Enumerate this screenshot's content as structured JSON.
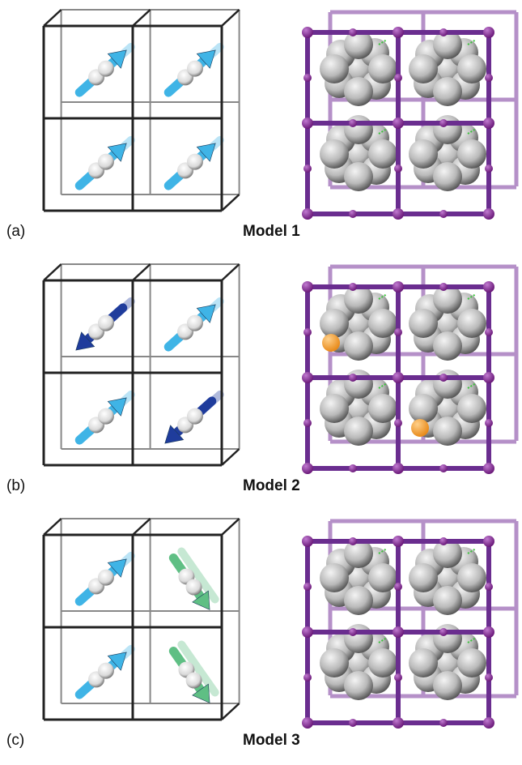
{
  "panels": [
    {
      "label": "(a)",
      "model": "Model 1",
      "cells": [
        "up",
        "up",
        "up",
        "up"
      ],
      "orange": false
    },
    {
      "label": "(b)",
      "model": "Model 2",
      "cells": [
        "down",
        "up",
        "up",
        "down"
      ],
      "orange": true
    },
    {
      "label": "(c)",
      "model": "Model 3",
      "cells": [
        "up",
        "green",
        "up",
        "green"
      ],
      "orange": false
    }
  ],
  "colors": {
    "cyan_arrow": "#3fb4e6",
    "dark_arrow": "#1f3c9c",
    "green_arrow": "#5fbf84",
    "frame": "#222222",
    "purple_frame": "#6a2d8f",
    "purple_node": "#6b1a7a",
    "orange": "#e88a1a"
  },
  "icons": [
    "spin-arrow-icon",
    "sphere-icon"
  ]
}
